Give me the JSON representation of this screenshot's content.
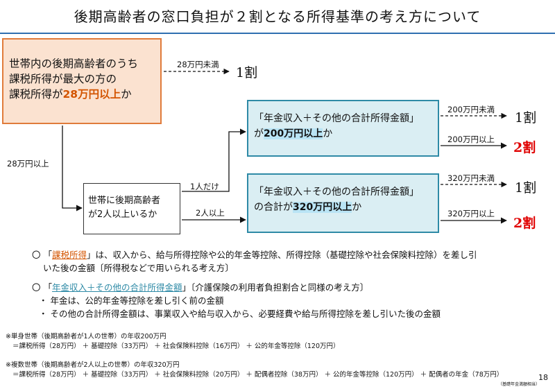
{
  "title": "後期高齢者の窓口負担が２割となる所得基準の考え方について",
  "step1": {
    "line1": "世帯内の後期高齢者のうち",
    "line2": "課税所得が最大の方の",
    "line3_prefix": "課税所得が",
    "line3_highlight": "28万円以上",
    "line3_suffix": "か",
    "no_label": "28万円未満",
    "no_result": "1割",
    "yes_label": "28万円以上"
  },
  "step2": {
    "line1": "世帯に後期高齢者",
    "line2": "が2人以上いるか",
    "one_label": "1人だけ",
    "two_label": "2人以上"
  },
  "single": {
    "line1": "「年金収入＋その他の合計所得金額」",
    "line2_prefix": "が",
    "line2_highlight": "200万円以上",
    "line2_suffix": "か",
    "below_label": "200万円未満",
    "below_result": "1割",
    "above_label": "200万円以上",
    "above_result": "2割"
  },
  "multi": {
    "line1": "「年金収入＋その他の合計所得金額」",
    "line2_prefix": "の合計が",
    "line2_highlight": "320万円以上",
    "line2_suffix": "か",
    "below_label": "320万円未満",
    "below_result": "1割",
    "above_label": "320万円以上",
    "above_result": "2割"
  },
  "notes": {
    "n1_marker": "〇",
    "n1_quote_open": "「",
    "n1_term": "課税所得",
    "n1_rest": "」は、収入から、給与所得控除や公的年金等控除、所得控除（基礎控除や社会保険料控除）を差し引",
    "n1_line2": "いた後の金額〔所得税などで用いられる考え方〕",
    "n2_marker": "〇",
    "n2_quote_open": "「",
    "n2_term": "年金収入＋その他の合計所得金額",
    "n2_rest": "」〔介護保険の利用者負担割合と同様の考え方〕",
    "b1": "・ 年金は、公的年金等控除を差し引く前の金額",
    "b2": "・ その他の合計所得金額は、事業収入や給与収入から、必要経費や給与所得控除を差し引いた後の金額"
  },
  "footnotes": {
    "f1_line1": "※単身世帯（後期高齢者が1人の世帯）の年収200万円",
    "f1_line2": "＝課税所得（28万円） ＋ 基礎控除（33万円） ＋ 社会保険料控除（16万円） ＋ 公的年金等控除（120万円）",
    "f2_line1": "※複数世帯（後期高齢者が2人以上の世帯）の年収320万円",
    "f2_line2": "＝課税所得（28万円） ＋ 基礎控除（33万円） ＋ 社会保険料控除（20万円） ＋ 配偶者控除（38万円） ＋ 公的年金等控除（120万円） ＋ 配偶者の年金（78万円）",
    "f2_small": "（基礎年金満額相当）"
  },
  "page_number": "18",
  "colors": {
    "accent_blue": "#2f6fb0",
    "orange_border": "#e07b3b",
    "orange_fill": "#fbe2d0",
    "teal_border": "#2e8aa6",
    "teal_fill": "#daeef3",
    "highlight": "#b9e4f5",
    "red": "#e00000"
  }
}
